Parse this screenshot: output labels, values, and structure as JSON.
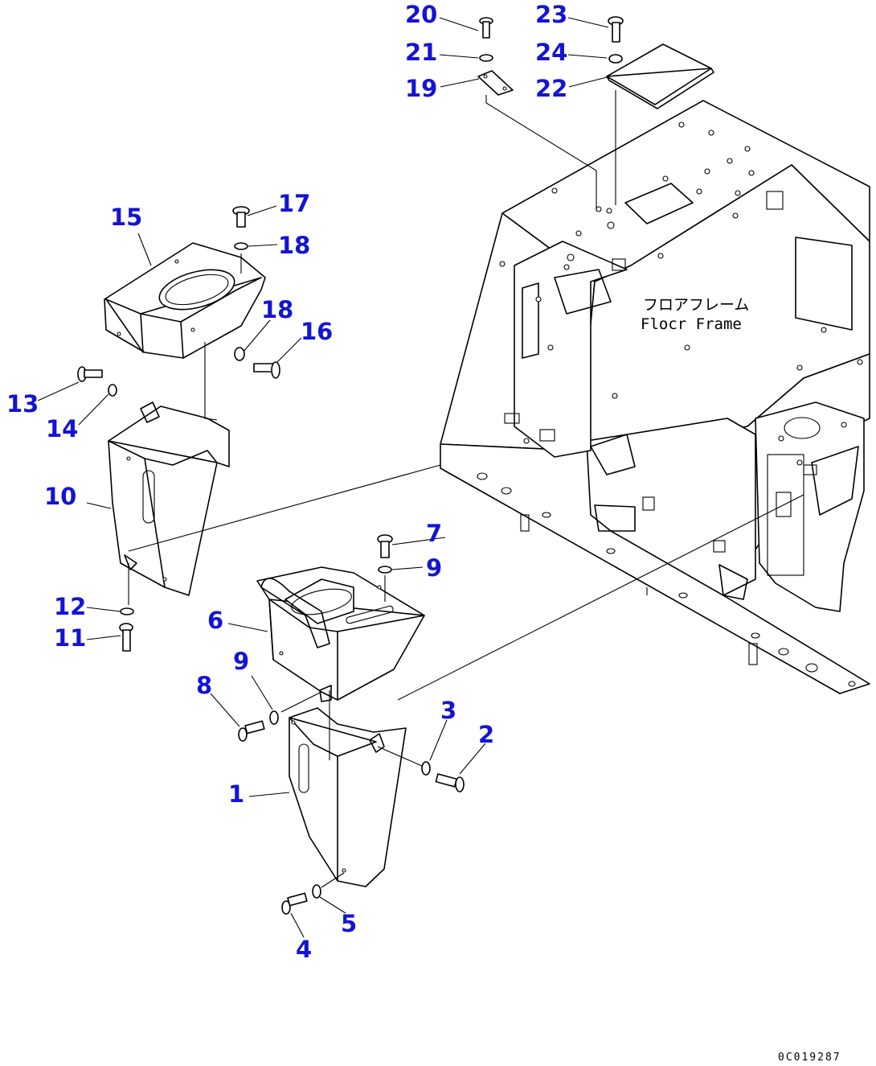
{
  "diagram": {
    "frame_label_jp": "フロアフレーム",
    "frame_label_en": "Flocr Frame",
    "drawing_code": "0C019287",
    "callouts": [
      "1",
      "2",
      "3",
      "4",
      "5",
      "6",
      "7",
      "8",
      "9",
      "9",
      "10",
      "11",
      "12",
      "13",
      "14",
      "15",
      "16",
      "17",
      "18",
      "18",
      "19",
      "20",
      "21",
      "22",
      "23",
      "24"
    ]
  }
}
